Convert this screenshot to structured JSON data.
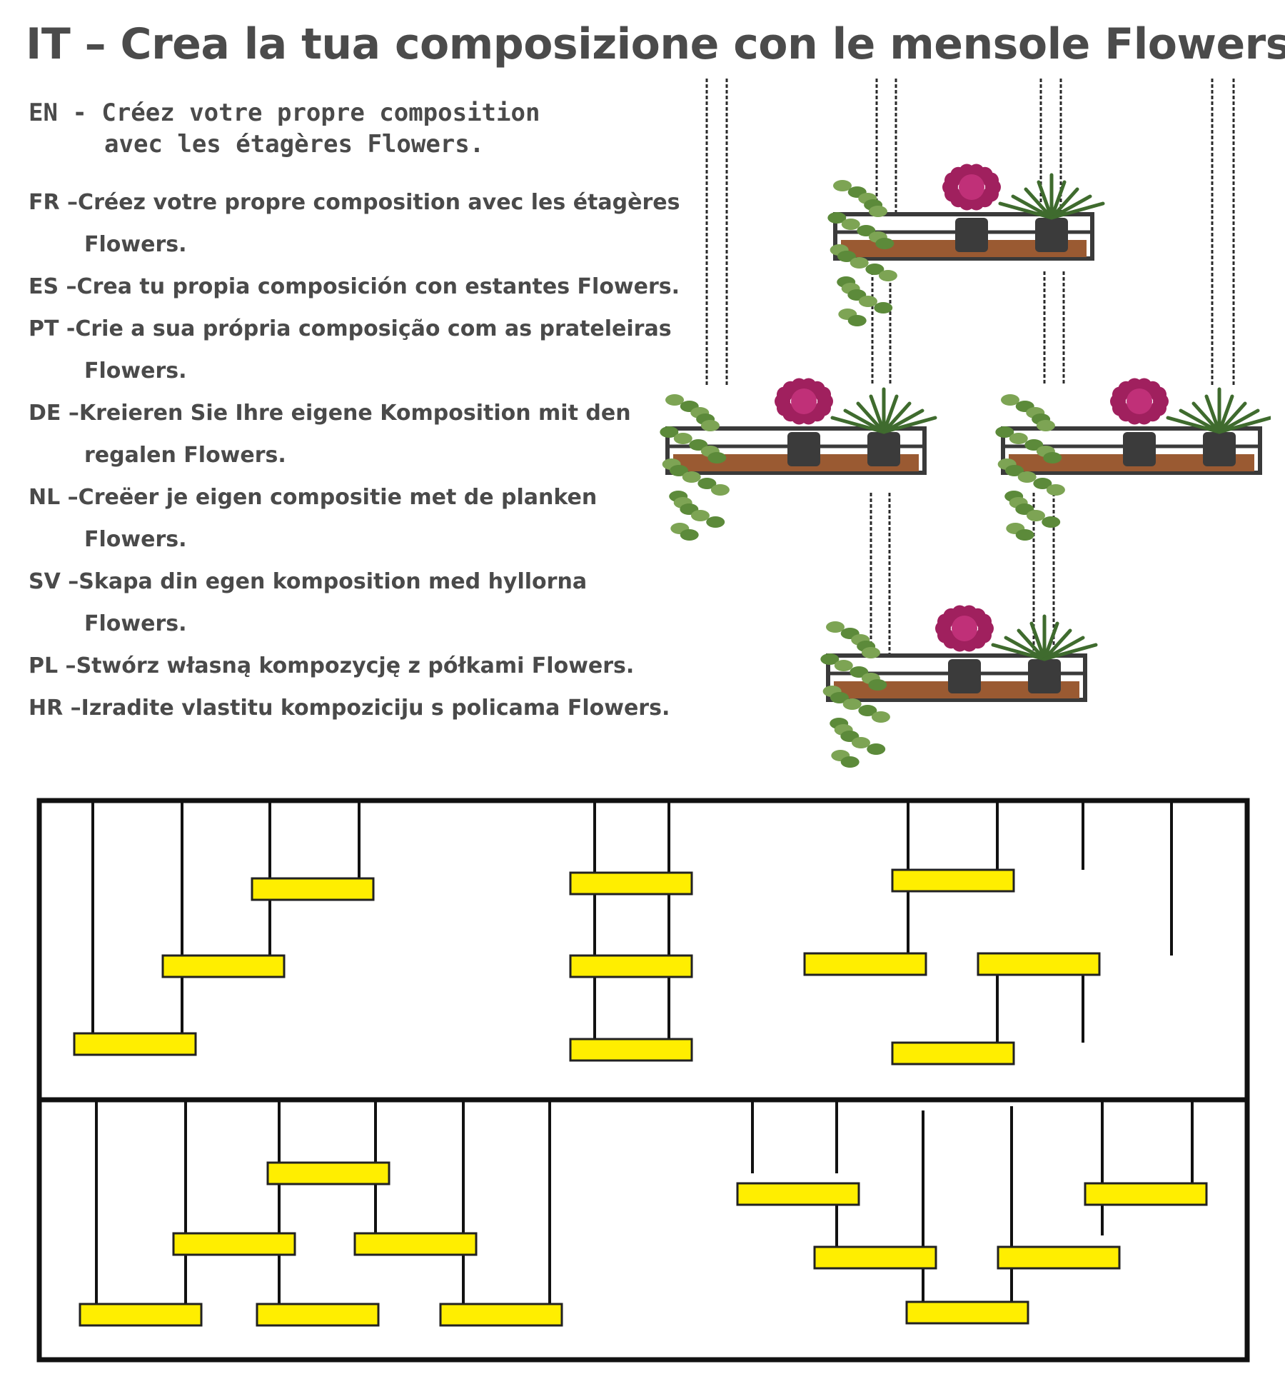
{
  "title": "IT – Crea la tua composizione con le mensole Flowers",
  "en_mono": {
    "line1": "EN - Créez votre propre composition",
    "line2": "avec les étagères Flowers."
  },
  "languages": [
    {
      "code": "FR – ",
      "text": "Créez votre propre composition avec les étagères",
      "cont": "Flowers."
    },
    {
      "code": "ES – ",
      "text": "Crea tu propia composición con estantes Flowers.",
      "cont": ""
    },
    {
      "code": "PT - ",
      "text": "Crie a sua própria composição com as prateleiras",
      "cont": "Flowers."
    },
    {
      "code": "DE – ",
      "text": "Kreieren Sie Ihre eigene Komposition mit den",
      "cont": "regalen Flowers."
    },
    {
      "code": "NL – ",
      "text": "Creëer je eigen compositie met de planken",
      "cont": "Flowers."
    },
    {
      "code": "SV – ",
      "text": "Skapa din egen komposition med hyllorna",
      "cont": "Flowers."
    },
    {
      "code": "PL –  ",
      "text": "Stwórz własną kompozycję z półkami Flowers.",
      "cont": ""
    },
    {
      "code": "HR – ",
      "text": "Izradite vlastitu kompoziciju s policama Flowers.",
      "cont": ""
    }
  ],
  "colors": {
    "shelf_fill": "#ffee00",
    "shelf_border": "#222222",
    "frame": "#111111",
    "wood": "#9a5a32",
    "metal": "#3a3a3a",
    "flower": "#a0205e",
    "leaf": "#5c8a3a"
  }
}
